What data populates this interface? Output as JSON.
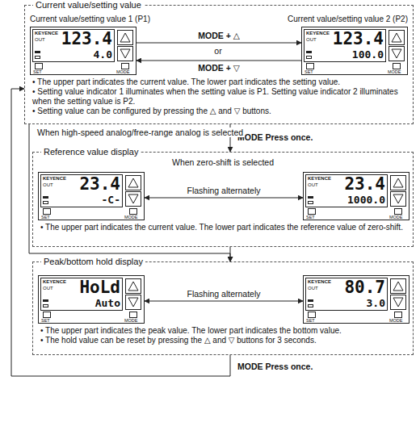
{
  "diagram": {
    "nodes": [
      {
        "text": [
          "Current value/setting value"
        ]
      },
      {
        "text": [
          "Current value/setting value 1 (P1)",
          "KEYENCE",
          "OUT",
          "123.4",
          "4.0",
          "SET",
          "MODE"
        ],
        "in": 0
      },
      {
        "text": [
          "Current value/setting value 2 (P2)",
          "KEYENCE",
          "OUT",
          "123.4",
          "100.0",
          "SET",
          "MODE"
        ],
        "in": 0
      },
      {
        "text": [
          "Reference value display",
          "When zero-shift is selected"
        ]
      },
      {
        "text": [
          "KEYENCE",
          "OUT",
          "23.4",
          "-C-",
          "SET",
          "MODE"
        ],
        "in": 3
      },
      {
        "text": [
          "KEYENCE",
          "OUT",
          "23.4",
          "1000.0",
          "SET",
          "MODE"
        ],
        "in": 3
      },
      {
        "text": [
          "Peak/bottom hold display"
        ]
      },
      {
        "text": [
          "KEYENCE",
          "OUT",
          "HoLd",
          "Auto",
          "SET",
          "MODE"
        ],
        "in": 6
      },
      {
        "text": [
          "KEYENCE",
          "OUT",
          "80.7",
          "3.0",
          "SET",
          "MODE"
        ],
        "in": 6
      }
    ],
    "edges": [
      {
        "from": 1,
        "to": 2,
        "arrow": "to",
        "label": "MODE + △"
      },
      {
        "from": 2,
        "to": 1,
        "arrow": "to",
        "label": "MODE + ▽"
      },
      {
        "from": 0,
        "to": 3,
        "arrow": "to",
        "label": "MODE Press once."
      },
      {
        "from": 0,
        "to": 6,
        "arrow": "to",
        "label": "When high-speed analog/free-range analog is selected"
      },
      {
        "from": 3,
        "to": 6,
        "arrow": "to"
      },
      {
        "from": 6,
        "to": 0,
        "arrow": "to",
        "label": "MODE Press once."
      },
      {
        "from": 4,
        "to": 5,
        "arrow": "both",
        "label": "Flashing alternately"
      },
      {
        "from": 7,
        "to": 8,
        "arrow": "both",
        "label": "Flashing alternately"
      }
    ],
    "labels": [
      "or",
      "• The upper part indicates the current value. The lower part indicates the setting value.",
      "• Setting value indicator 1 illuminates when the setting value is P1. Setting value indicator 2 illuminates when the setting value is P2.",
      "• Setting value can be configured by pressing the △ and ▽ buttons.",
      "• The upper part indicates the current value. The lower part indicates the reference value of zero-shift.",
      "• The upper part indicates the peak value. The lower part indicates the bottom value.",
      "• The hold value can be reset by pressing the △ and ▽ buttons for 3 seconds."
    ]
  }
}
